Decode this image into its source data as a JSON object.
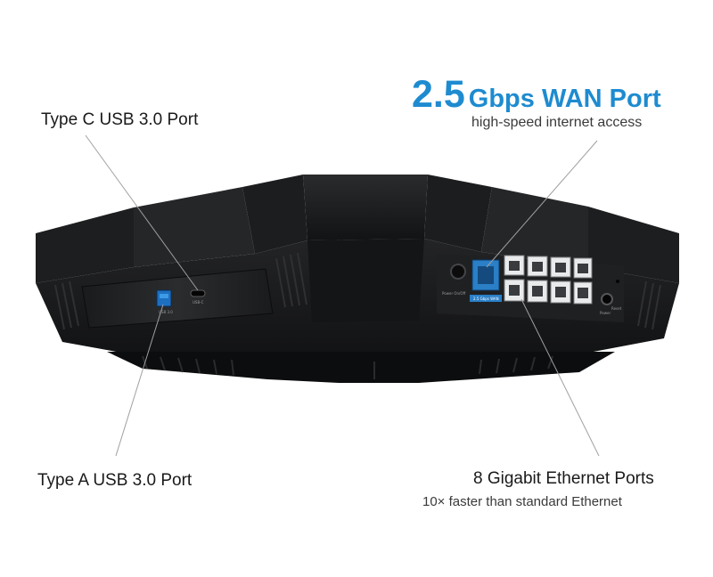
{
  "callouts": {
    "type_c": "Type C USB 3.0 Port",
    "type_a": "Type A USB 3.0 Port",
    "wan_speed": "2.5",
    "wan_label": "Gbps WAN Port",
    "wan_sub": "high-speed internet access",
    "ethernet": "8 Gigabit Ethernet Ports",
    "ethernet_sub": "10× faster than standard Ethernet"
  },
  "router_markings": {
    "usb_a": "USB 3.0",
    "usb_c": "USB-C",
    "power": "Power On/Off",
    "wan_port": "2.5 Gbps WAN",
    "power_jack": "Power",
    "reset": "Reset"
  },
  "colors": {
    "accent": "#1e8bd0",
    "router_body": "#1b1c1e",
    "wan_port": "#2a7fc7"
  }
}
